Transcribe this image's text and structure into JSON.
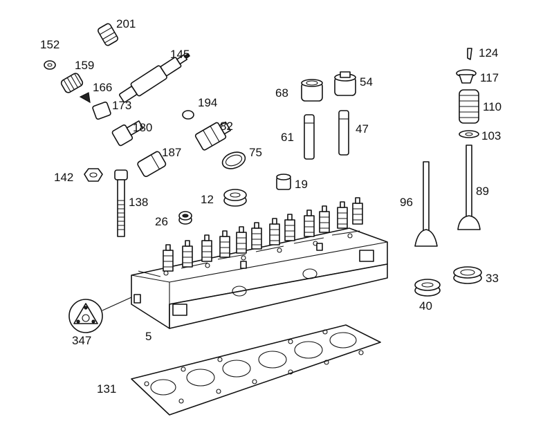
{
  "parts": [
    {
      "id": "p5",
      "number": "5"
    },
    {
      "id": "p12",
      "number": "12"
    },
    {
      "id": "p19",
      "number": "19"
    },
    {
      "id": "p26",
      "number": "26"
    },
    {
      "id": "p33",
      "number": "33"
    },
    {
      "id": "p40",
      "number": "40"
    },
    {
      "id": "p47",
      "number": "47"
    },
    {
      "id": "p54",
      "number": "54"
    },
    {
      "id": "p61",
      "number": "61"
    },
    {
      "id": "p68",
      "number": "68"
    },
    {
      "id": "p75",
      "number": "75"
    },
    {
      "id": "p82",
      "number": "82"
    },
    {
      "id": "p89",
      "number": "89"
    },
    {
      "id": "p96",
      "number": "96"
    },
    {
      "id": "p103",
      "number": "103"
    },
    {
      "id": "p110",
      "number": "110"
    },
    {
      "id": "p117",
      "number": "117"
    },
    {
      "id": "p124",
      "number": "124"
    },
    {
      "id": "p131",
      "number": "131"
    },
    {
      "id": "p138",
      "number": "138"
    },
    {
      "id": "p142",
      "number": "142"
    },
    {
      "id": "p145",
      "number": "145"
    },
    {
      "id": "p152",
      "number": "152"
    },
    {
      "id": "p159",
      "number": "159"
    },
    {
      "id": "p166",
      "number": "166"
    },
    {
      "id": "p173",
      "number": "173"
    },
    {
      "id": "p180",
      "number": "180"
    },
    {
      "id": "p187",
      "number": "187"
    },
    {
      "id": "p194",
      "number": "194"
    },
    {
      "id": "p201",
      "number": "201"
    },
    {
      "id": "p347",
      "number": "347"
    }
  ]
}
